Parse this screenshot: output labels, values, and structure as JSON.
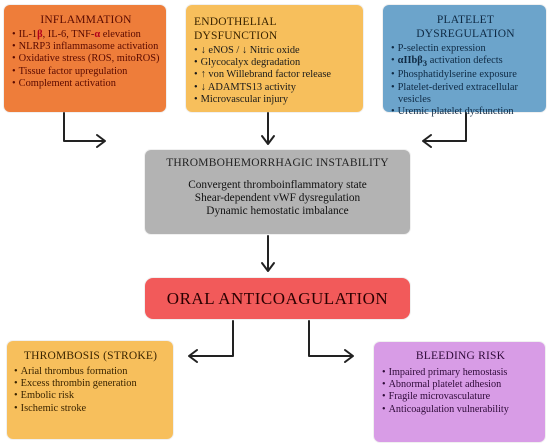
{
  "inflammation": {
    "title": "Inflammation",
    "items": [
      {
        "pre": "IL-1",
        "b": "β",
        "mid": ", IL-6, TNF-",
        "b2": "α",
        "post": " elevation"
      },
      {
        "text": "NLRP3 inflammasome activation"
      },
      {
        "text": "Oxidative stress (ROS, mitoROS)"
      },
      {
        "text": "Tissue factor upregulation"
      },
      {
        "text": "Complement activation"
      }
    ]
  },
  "endothelial": {
    "title": "Endothelial dysfunction",
    "items": [
      "↓ eNOS / ↓ Nitric oxide",
      "Glycocalyx degradation",
      "↑ von Willebrand factor release",
      "↓ ADAMTS13 activity",
      "Microvascular injury"
    ]
  },
  "platelet": {
    "title": "Platelet dysregulation",
    "items": [
      {
        "text": "P-selectin expression"
      },
      {
        "pre": "",
        "b": "αIIbβ",
        "mid": "",
        "b2": "3",
        "post": " activation defects"
      },
      {
        "text": "Phosphatidylserine exposure"
      },
      {
        "text": "Platelet-derived extracellular vesicles"
      },
      {
        "text": "Uremic platelet dysfunction"
      }
    ]
  },
  "instability": {
    "title": "Thrombohemorrhagic instability",
    "lines": [
      "Convergent thromboinflammatory state",
      "Shear-dependent vWF dysregulation",
      "Dynamic hemostatic imbalance"
    ]
  },
  "oral": {
    "title": "Oral anticoagulation"
  },
  "thrombosis": {
    "title": "Thrombosis (stroke)",
    "items": [
      "Arial thrombus formation",
      "Excess thrombin generation",
      "Embolic risk",
      "Ischemic stroke"
    ]
  },
  "bleeding": {
    "title": "Bleeding risk",
    "items": [
      "Impaired primary hemostasis",
      "Abnormal platelet adhesion",
      "Fragile microvasculature",
      "Anticoagulation vulnerability"
    ]
  }
}
